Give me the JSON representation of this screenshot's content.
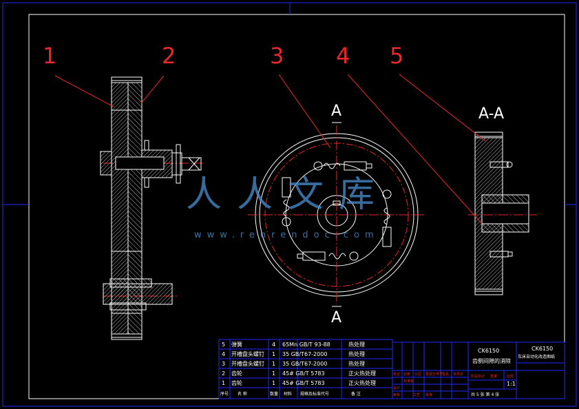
{
  "balloons": [
    "1",
    "2",
    "3",
    "4",
    "5"
  ],
  "section_labels": {
    "top": "A",
    "bottom": "A",
    "view": "A-A"
  },
  "watermark": {
    "cn": "人人文库",
    "url": "www.renrendoc.com"
  },
  "bom": [
    {
      "no": "5",
      "name": "弹簧",
      "qty": "4",
      "spec": "65Mn GB/T 93-88",
      "note": "热处理"
    },
    {
      "no": "4",
      "name": "开槽盘头螺钉",
      "qty": "1",
      "spec": "35 GB/T67-2000",
      "note": "热处理"
    },
    {
      "no": "3",
      "name": "开槽盘头螺钉",
      "qty": "1",
      "spec": "35 GB/T67-2000",
      "note": "热处理"
    },
    {
      "no": "2",
      "name": "齿轮",
      "qty": "1",
      "spec": "45# GB/T 5783",
      "note": "正火热处理"
    },
    {
      "no": "1",
      "name": "齿轮",
      "qty": "1",
      "spec": "45# GB/T 5783",
      "note": "正火热处理"
    }
  ],
  "bom_header": {
    "no": "序号",
    "name": "名 称",
    "qty": "数量",
    "material": "材料",
    "spec": "规格及标准代号",
    "note": "备 注"
  },
  "title_block": {
    "model_center": "CK6150",
    "title_center": "齿侧间隙的消除",
    "model_right": "CK6150",
    "title_right": "车床自动化改造图纸",
    "scale": "1:1",
    "sheet": "共 5 张 第 4 张",
    "small_labels": [
      "标记",
      "处数",
      "分区",
      "更改文件号",
      "签名",
      "年月日",
      "设计",
      "标准化",
      "审核",
      "工艺",
      "批准",
      "阶段标记",
      "重量",
      "比例"
    ]
  },
  "colors": {
    "frame": "#1e2dff",
    "red": "#e8282a",
    "line": "#ffffff",
    "watermark": "#4a8fd0",
    "hatch": "#c8c8c8"
  }
}
